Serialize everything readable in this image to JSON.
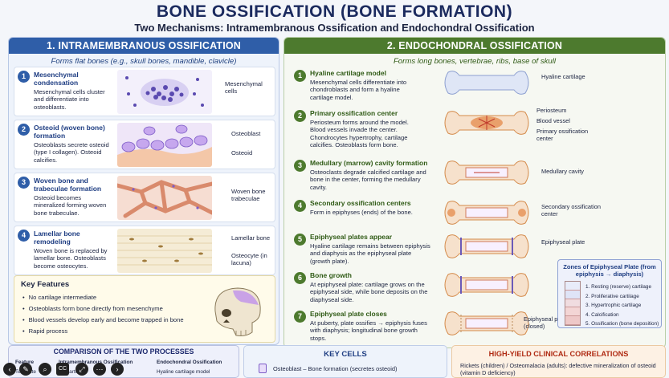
{
  "header": {
    "title": "BONE OSSIFICATION (BONE FORMATION)",
    "subtitle": "Two Mechanisms: Intramembranous Ossification and Endochondral Ossification"
  },
  "intramembranous": {
    "heading": "1. INTRAMEMBRANOUS OSSIFICATION",
    "intro": "Forms flat bones (e.g., skull bones, mandible, clavicle)",
    "steps": [
      {
        "num": "1",
        "title": "Mesenchymal condensation",
        "text": "Mesenchymal cells cluster and differentiate into osteoblasts.",
        "labels": [
          "Mesenchymal cells"
        ]
      },
      {
        "num": "2",
        "title": "Osteoid (woven bone) formation",
        "text": "Osteoblasts secrete osteoid (type I collagen). Osteoid calcifies.",
        "labels": [
          "Osteoblast",
          "Osteoid"
        ]
      },
      {
        "num": "3",
        "title": "Woven bone and trabeculae formation",
        "text": "Osteoid becomes mineralized forming woven bone trabeculae.",
        "labels": [
          "Woven bone trabeculae"
        ]
      },
      {
        "num": "4",
        "title": "Lamellar bone remodeling",
        "text": "Woven bone is replaced by lamellar bone. Osteoblasts become osteocytes.",
        "labels": [
          "Lamellar bone",
          "Osteocyte (in lacuna)"
        ]
      }
    ],
    "key_features": {
      "title": "Key Features",
      "items": [
        "No cartilage intermediate",
        "Osteoblasts form bone directly from mesenchyme",
        "Blood vessels develop early and become trapped in bone",
        "Rapid process"
      ]
    }
  },
  "endochondral": {
    "heading": "2. ENDOCHONDRAL OSSIFICATION",
    "intro": "Forms long bones, vertebrae, ribs, base of skull",
    "steps": [
      {
        "num": "1",
        "title": "Hyaline cartilage model",
        "text": "Mesenchymal cells differentiate into chondroblasts and form a hyaline cartilage model.",
        "labels": [
          "Hyaline cartilage"
        ]
      },
      {
        "num": "2",
        "title": "Primary ossification center",
        "text": "Periosteum forms around the model. Blood vessels invade the center. Chondrocytes hypertrophy, cartilage calcifies. Osteoblasts form bone.",
        "labels": [
          "Periosteum",
          "Blood vessel",
          "Primary ossification center"
        ]
      },
      {
        "num": "3",
        "title": "Medullary (marrow) cavity formation",
        "text": "Osteoclasts degrade calcified cartilage and bone in the center, forming the medullary cavity.",
        "labels": [
          "Medullary cavity"
        ]
      },
      {
        "num": "4",
        "title": "Secondary ossification centers",
        "text": "Form in epiphyses (ends) of the bone.",
        "labels": [
          "Secondary ossification center"
        ]
      },
      {
        "num": "5",
        "title": "Epiphyseal plates appear",
        "text": "Hyaline cartilage remains between epiphysis and diaphysis as the epiphyseal plate (growth plate).",
        "labels": [
          "Epiphyseal plate"
        ]
      },
      {
        "num": "6",
        "title": "Bone growth",
        "text": "At epiphyseal plate: cartilage grows on the epiphyseal side, while bone deposits on the diaphyseal side.",
        "labels": []
      },
      {
        "num": "7",
        "title": "Epiphyseal plate closes",
        "text": "At puberty, plate ossifies → epiphysis fuses with diaphysis; longitudinal bone growth stops.",
        "labels": [
          "Epiphyseal plate (closed)"
        ]
      }
    ],
    "zones": {
      "title": "Zones of Epiphyseal Plate (from epiphysis → diaphysis)",
      "items": [
        "1. Resting (reserve) cartilage",
        "2. Proliferative cartilage",
        "3. Hypertrophic cartilage",
        "4. Calcification",
        "5. Ossification (bone deposition)"
      ]
    }
  },
  "comparison": {
    "title": "COMPARISON OF THE TWO PROCESSES",
    "headers": [
      "Feature",
      "Intramembranous Ossification",
      "Endochondral Ossification"
    ],
    "row": [
      "Template",
      "No cartilage",
      "Hyaline cartilage model"
    ]
  },
  "key_cells": {
    "title": "KEY CELLS",
    "item": "Osteoblast – Bone formation (secretes osteoid)"
  },
  "clinical": {
    "title": "HIGH-YIELD CLINICAL CORRELATIONS",
    "item": "Rickets (children) / Osteomalacia (adults): defective mineralization of osteoid (vitamin D deficiency)"
  },
  "toolbar": {
    "cc_label": "CC"
  }
}
